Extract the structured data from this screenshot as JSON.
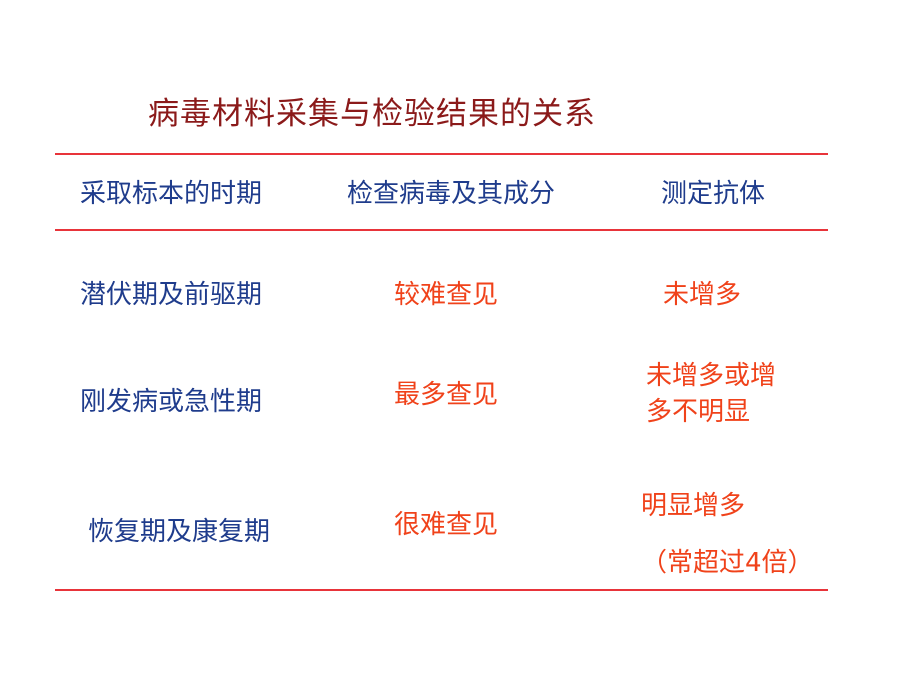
{
  "slide": {
    "title": "病毒材料采集与检验结果的关系",
    "headers": [
      "采取标本的时期",
      "检查病毒及其成分",
      "测定抗体"
    ],
    "rows": [
      {
        "stage": "潜伏期及前驱期",
        "virus": "较难查见",
        "antibody_lines": [
          "未增多"
        ]
      },
      {
        "stage": "刚发病或急性期",
        "virus": "最多查见",
        "antibody_lines": [
          "未增多或增",
          "多不明显"
        ]
      },
      {
        "stage": "恢复期及康复期",
        "virus": "很难查见",
        "antibody_lines": [
          "明显增多",
          "（常超过4倍）"
        ]
      }
    ],
    "colors": {
      "title": "#8b1a1a",
      "header_text": "#1f3c8c",
      "stage_text": "#1f3c8c",
      "result_text": "#f0421a",
      "rules": "#e8343a"
    }
  }
}
